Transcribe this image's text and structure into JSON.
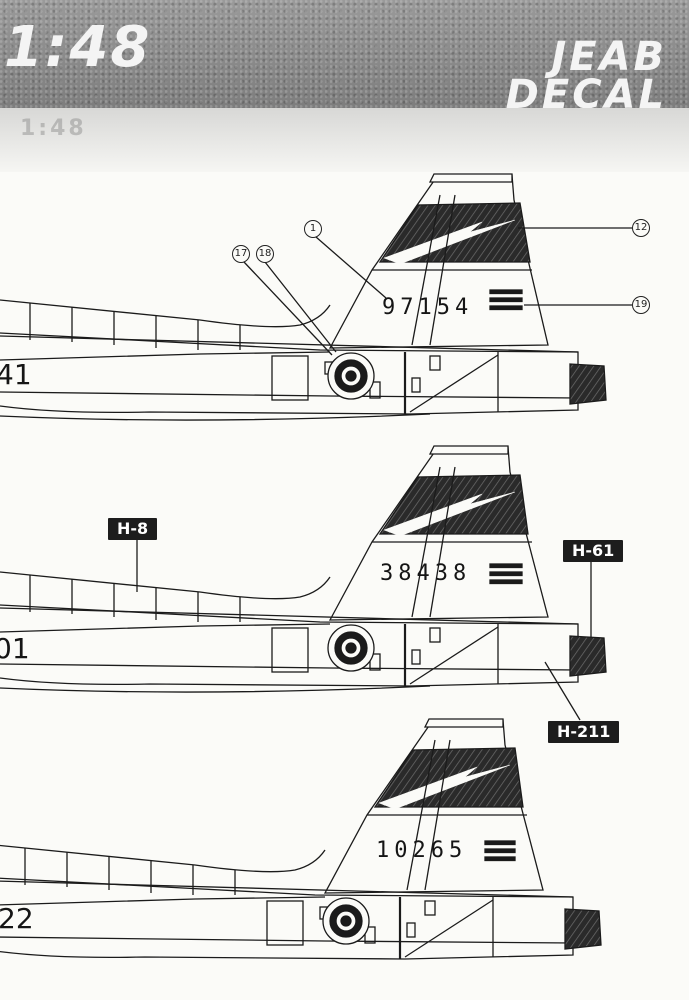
{
  "header": {
    "scale": "1:48",
    "brand": "JEAB DECAL",
    "ghost": "1:48"
  },
  "callouts": {
    "c1": "1",
    "c12": "12",
    "c17": "17",
    "c18": "18",
    "c19": "19"
  },
  "labels": {
    "h8": "H-8",
    "h61": "H-61",
    "h211": "H-211"
  },
  "aircraft": [
    {
      "serial": "97154",
      "nose": "41"
    },
    {
      "serial": "38438",
      "nose": "01"
    },
    {
      "serial": "10265",
      "nose": "22"
    }
  ],
  "colors": {
    "ink": "#151515",
    "header_gray": "#8e8e8e",
    "paper": "#fbfbf8"
  }
}
